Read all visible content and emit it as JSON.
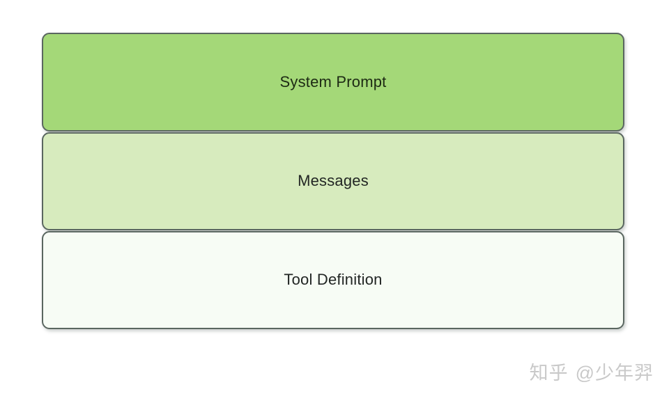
{
  "diagram": {
    "type": "stacked-layers",
    "background_color": "#ffffff",
    "border_color": "#5a6660",
    "layers": [
      {
        "id": "system-prompt",
        "label": "System Prompt",
        "fill_color": "#a4d878",
        "text_color": "#1d2a14"
      },
      {
        "id": "messages",
        "label": "Messages",
        "fill_color": "#d7ebbe",
        "text_color": "#222624"
      },
      {
        "id": "tool-definition",
        "label": "Tool Definition",
        "fill_color": "#f7fcf5",
        "text_color": "#222624"
      }
    ]
  },
  "watermark": {
    "site": "知乎",
    "handle": "@少年羿",
    "color": "#c9c9c9"
  }
}
